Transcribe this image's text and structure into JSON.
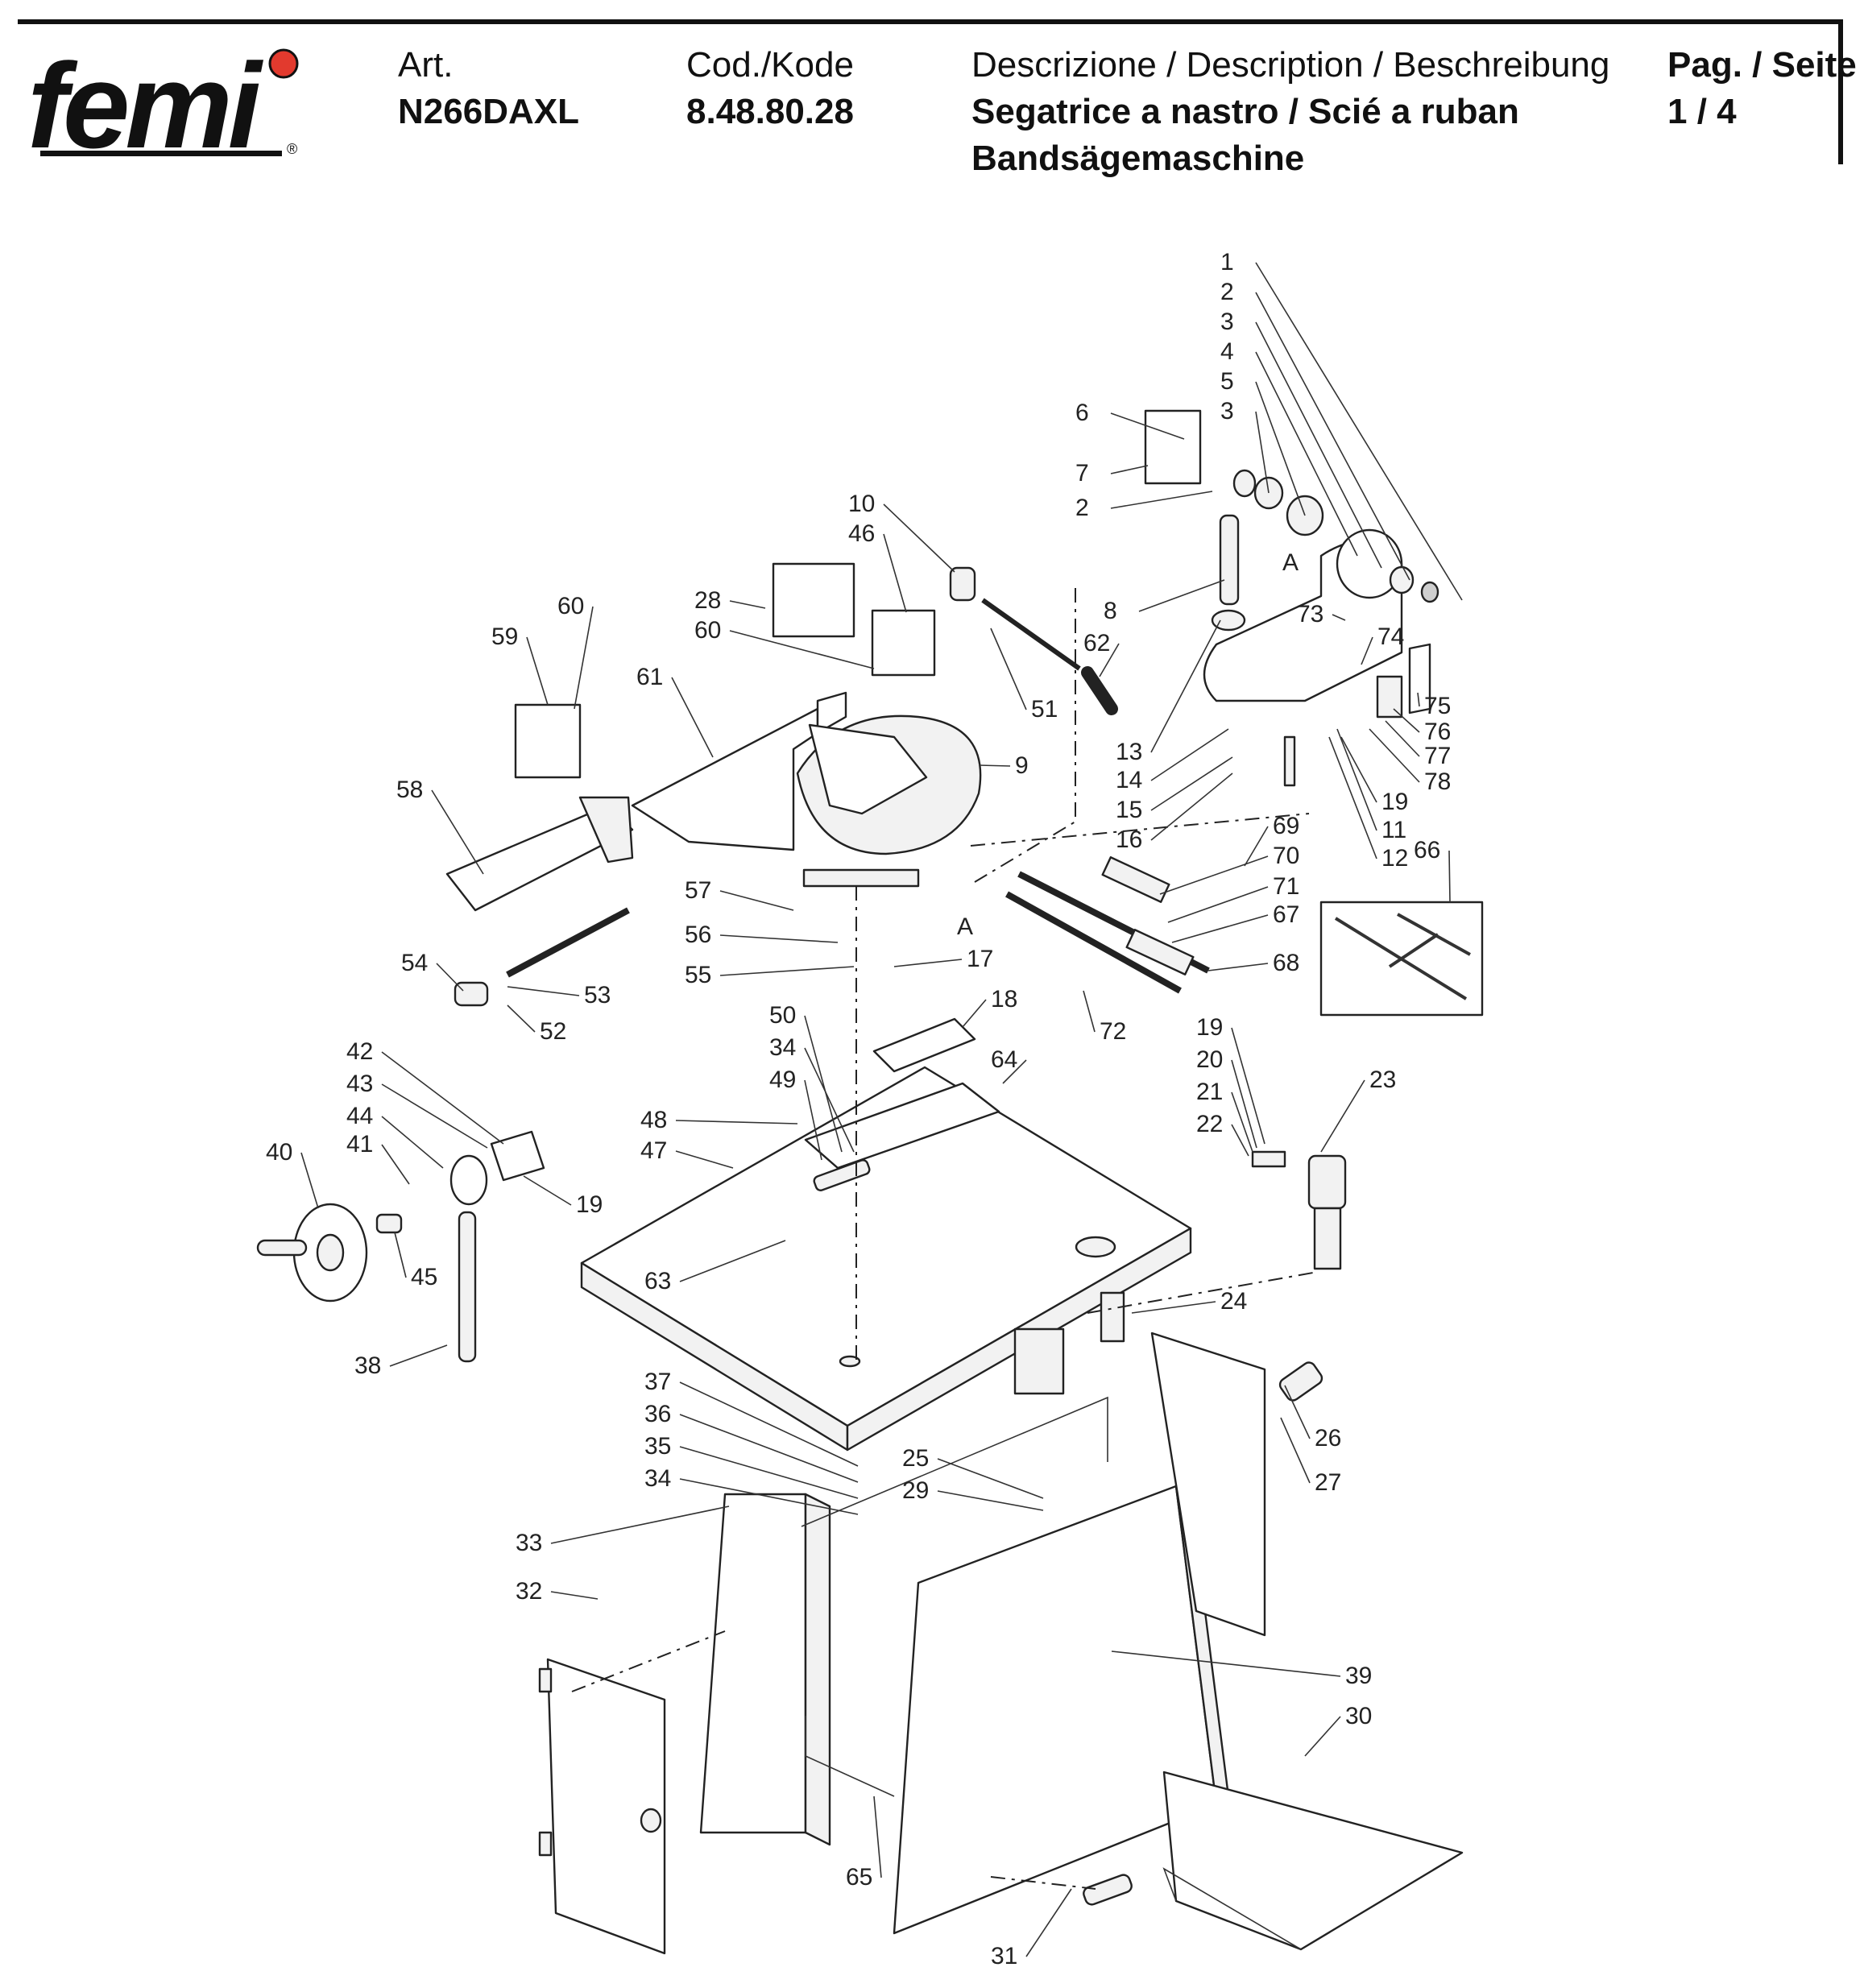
{
  "header": {
    "logo_text": "femi",
    "art_label": "Art.",
    "art_value": "N266DAXL",
    "code_label": "Cod./Kode",
    "code_value": "8.48.80.28",
    "desc_label": "Descrizione / Description / Beschreibung",
    "desc_line1": "Segatrice a nastro / Scié a ruban",
    "desc_line2": "Bandsägemaschine",
    "page_label": "Pag. / Seite",
    "page_value": "1 / 4"
  },
  "colors": {
    "logo_dot": "#e23a2e",
    "ink": "#111111"
  },
  "section_marks": [
    "A",
    "A"
  ],
  "callouts": [
    "1",
    "2",
    "3",
    "4",
    "5",
    "3",
    "6",
    "7",
    "2",
    "10",
    "46",
    "28",
    "60",
    "8",
    "62",
    "73",
    "74",
    "75",
    "76",
    "77",
    "78",
    "60",
    "59",
    "61",
    "51",
    "9",
    "13",
    "14",
    "15",
    "16",
    "19",
    "11",
    "12",
    "69",
    "70",
    "71",
    "67",
    "68",
    "66",
    "58",
    "57",
    "56",
    "55",
    "17",
    "54",
    "53",
    "52",
    "18",
    "72",
    "50",
    "34",
    "49",
    "48",
    "47",
    "64",
    "42",
    "43",
    "44",
    "41",
    "40",
    "19",
    "45",
    "63",
    "38",
    "19",
    "20",
    "21",
    "22",
    "23",
    "24",
    "37",
    "36",
    "35",
    "34",
    "26",
    "27",
    "25",
    "29",
    "33",
    "32",
    "39",
    "30",
    "65",
    "31"
  ]
}
